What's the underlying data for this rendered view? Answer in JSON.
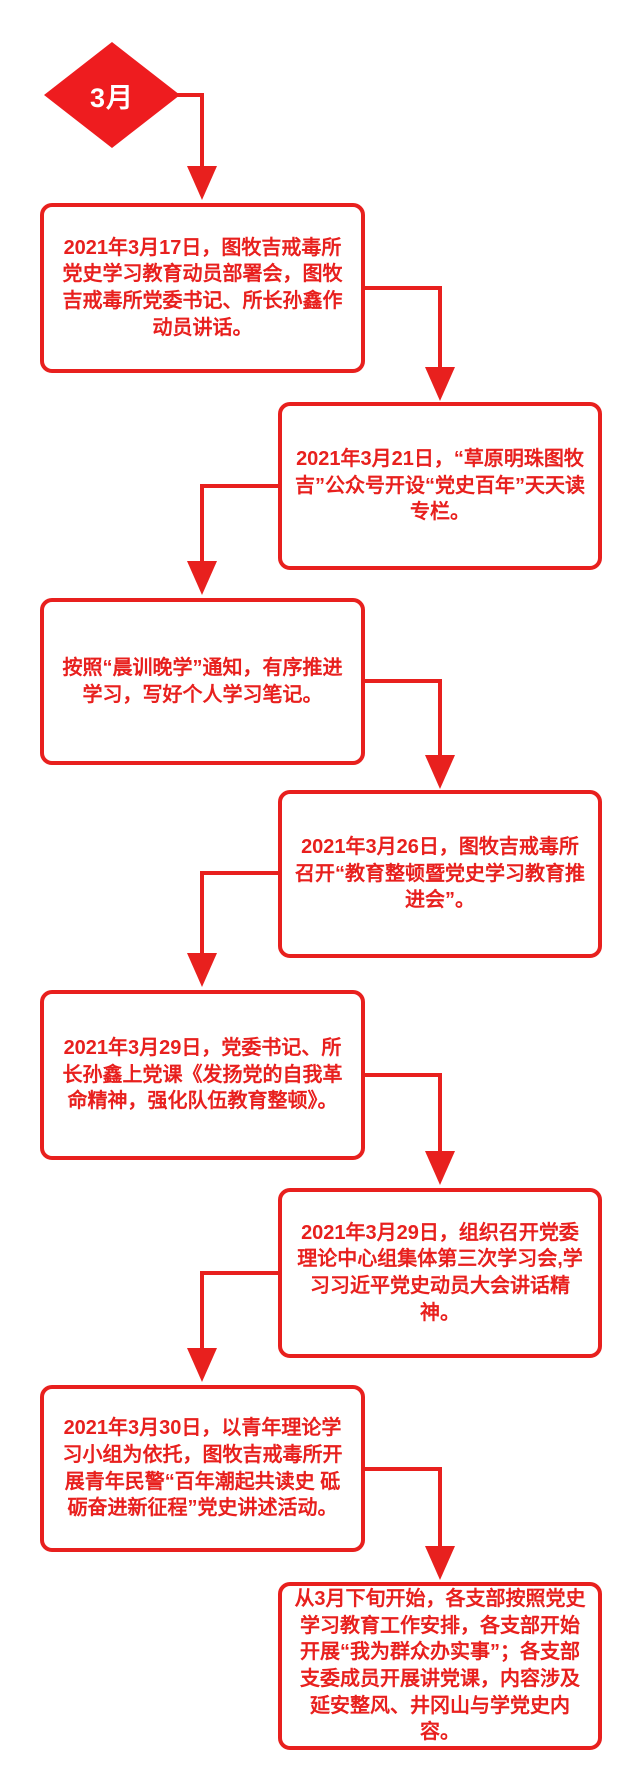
{
  "flowchart": {
    "accent_color": "#e8201e",
    "diamond_fill_color": "#ee1c1f",
    "month_label": "3月",
    "nodes": [
      {
        "id": 1,
        "side": "left",
        "text": "2021年3月17日，图牧吉戒毒所党史学习教育动员部署会，图牧吉戒毒所党委书记、所长孙鑫作动员讲话。"
      },
      {
        "id": 2,
        "side": "right",
        "text": "2021年3月21日，“草原明珠图牧吉”公众号开设“党史百年”天天读专栏。"
      },
      {
        "id": 3,
        "side": "left",
        "text": "按照“晨训晚学”通知，有序推进学习，写好个人学习笔记。"
      },
      {
        "id": 4,
        "side": "right",
        "text": "2021年3月26日，图牧吉戒毒所召开“教育整顿暨党史学习教育推进会”。"
      },
      {
        "id": 5,
        "side": "left",
        "text": "2021年3月29日，党委书记、所长孙鑫上党课《发扬党的自我革命精神，强化队伍教育整顿》。"
      },
      {
        "id": 6,
        "side": "right",
        "text": "2021年3月29日，组织召开党委理论中心组集体第三次学习会,学习习近平党史动员大会讲话精神。"
      },
      {
        "id": 7,
        "side": "left",
        "text": "2021年3月30日，以青年理论学习小组为依托，图牧吉戒毒所开展青年民警“百年潮起共读史 砥砺奋进新征程”党史讲述活动。"
      },
      {
        "id": 8,
        "side": "right",
        "text": "从3月下旬开始，各支部按照党史学习教育工作安排，各支部开始开展“我为群众办实事”；各支部支委成员开展讲党课，内容涉及延安整风、井冈山与学党史内容。"
      }
    ]
  }
}
